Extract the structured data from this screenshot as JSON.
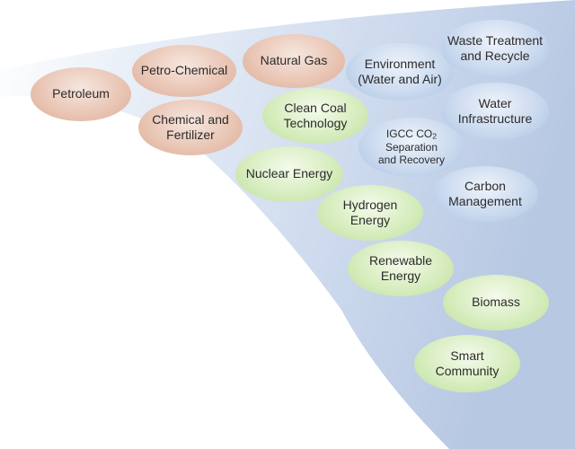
{
  "colors": {
    "oil": "#e3b9a5",
    "clean": "#cde7b0",
    "water": "#bccfe9",
    "fan_light": "#e9eff8",
    "fan_dark": "#b7c8e3"
  },
  "bubbles": {
    "petroleum": "Petroleum",
    "petro_chemical": "Petro-Chemical",
    "chemical_fertilizer": "Chemical and\nFertilizer",
    "natural_gas": "Natural Gas",
    "clean_coal": "Clean Coal\nTechnology",
    "nuclear": "Nuclear Energy",
    "environment": "Environment\n(Water and Air)",
    "igcc_prefix": "IGCC CO",
    "igcc_sub": "2",
    "igcc_suffix": "\nSeparation\nand Recovery",
    "waste": "Waste Treatment\nand Recycle",
    "water_infra": "Water\nInfrastructure",
    "carbon": "Carbon\nManagement",
    "hydrogen": "Hydrogen Energy",
    "renewable": "Renewable\nEnergy",
    "biomass": "Biomass",
    "smart_community": "Smart\nCommunity"
  }
}
